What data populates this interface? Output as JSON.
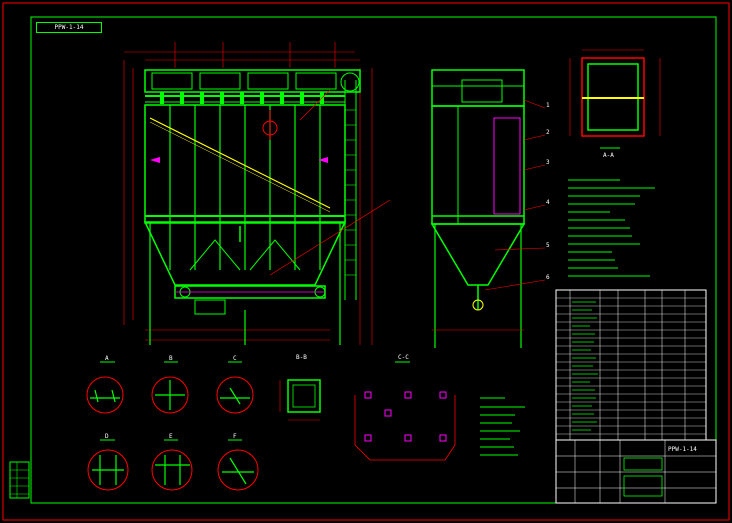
{
  "sheet_tag": "PPW-1-14",
  "drawing_number": "PPW-1-14",
  "part_labels": [
    "1",
    "2",
    "3",
    "4",
    "5",
    "6"
  ],
  "detail_labels": [
    "A",
    "B",
    "C",
    "D",
    "E",
    "F"
  ],
  "section_labels": [
    "A-A",
    "B-B",
    "C-C"
  ],
  "colors": {
    "frame": "#ff0000",
    "structure": "#00ff00",
    "text": "#ffffff",
    "highlight": "#ffff00",
    "detail": "#ff00ff",
    "hatch": "#00ffff"
  }
}
